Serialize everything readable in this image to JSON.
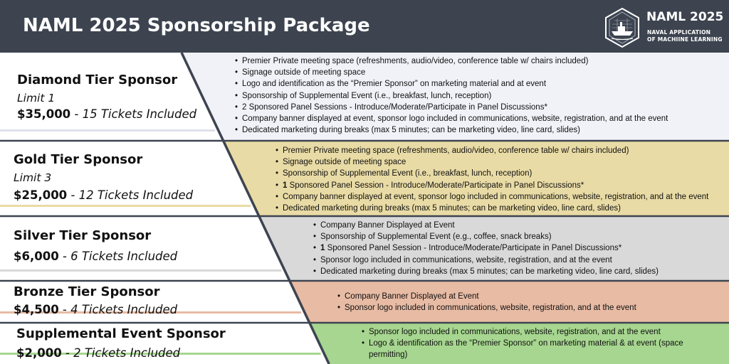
{
  "header": {
    "title": "NAML 2025 Sponsorship Package",
    "logo": {
      "icon": "ship-badge-icon",
      "name": "NAML 2025",
      "line1": "NAVAL APPLICATION",
      "line2": "OF MACHIINE LEARNING"
    }
  },
  "colors": {
    "header": "#3d4450",
    "diamond": "#f1f2f8",
    "gold": "#e9dba5",
    "silver": "#d9d9d9",
    "bronze": "#e8bba4",
    "supplemental": "#a6d68f",
    "divider": "#3d4450"
  },
  "tiers": [
    {
      "name": "Diamond Tier Sponsor",
      "limit": "Limit 1",
      "price": "$35,000",
      "tickets": " - 15 Tickets Included",
      "benefits": [
        "Premier Private meeting space (refreshments, audio/video, conference table w/ chairs included)",
        "Signage outside of meeting space",
        "Logo and identification as the “Premier Sponsor” on marketing material and at event",
        "Sponsorship of Supplemental Event (i.e., breakfast, lunch, reception)",
        "2 Sponsored Panel Sessions - Introduce/Moderate/Participate in Panel Discussions*",
        "Company banner displayed at event, sponsor logo included in communications, website, registration, and at the event",
        "Dedicated marketing during breaks (max 5 minutes; can be marketing video, line card, slides)"
      ]
    },
    {
      "name": "Gold Tier Sponsor",
      "limit": "Limit 3",
      "price": "$25,000",
      "tickets": " - 12 Tickets Included",
      "benefits": [
        "Premier Private meeting space (refreshments, audio/video, conference table w/ chairs included)",
        "Signage outside of meeting space",
        "Sponsorship of Supplemental Event (i.e., breakfast, lunch, reception)",
        {
          "num": "1",
          "text": " Sponsored Panel Session - Introduce/Moderate/Participate in Panel Discussions*"
        },
        "Company banner displayed at event, sponsor logo included in communications, website, registration, and at the event",
        "Dedicated marketing during breaks (max 5 minutes; can be marketing video, line card, slides)"
      ]
    },
    {
      "name": "Silver Tier Sponsor",
      "price": "$6,000",
      "tickets": " - 6 Tickets Included",
      "benefits": [
        "Company Banner Displayed at Event",
        "Sponsorship of Supplemental Event (e.g., coffee, snack breaks)",
        {
          "num": "1",
          "text": " Sponsored Panel Session - Introduce/Moderate/Participate in Panel Discussions*"
        },
        "Sponsor logo included in communications, website, registration, and at the event",
        "Dedicated marketing during breaks (max 5 minutes; can be marketing video, line card, slides)"
      ]
    },
    {
      "name": "Bronze Tier Sponsor",
      "price": "$4,500",
      "tickets": " - 4 Tickets Included",
      "benefits": [
        "Company Banner Displayed at Event",
        "Sponsor logo included in communications, website, registration, and at the event"
      ]
    },
    {
      "name": "Supplemental Event Sponsor",
      "price": "$2,000",
      "tickets": " - 2 Tickets Included",
      "benefits": [
        "Sponsor logo included in communications, website, registration, and at the event",
        "Logo & identification as the “Premier Sponsor” on marketing material & at event (space permitting)"
      ]
    }
  ]
}
